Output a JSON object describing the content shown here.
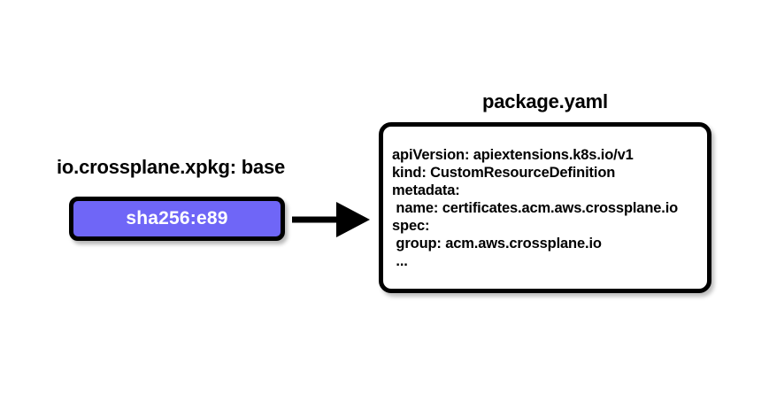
{
  "diagram": {
    "background_color": "#ffffff",
    "accent_color": "#6F66F7",
    "stroke_color": "#000000"
  },
  "layer": {
    "annotation": "io.crossplane.xpkg: base",
    "digest": "sha256:e89"
  },
  "arrow": {
    "icon": "arrow-right-icon",
    "direction": "right"
  },
  "yaml_card": {
    "title": "package.yaml",
    "lines": [
      "apiVersion: apiextensions.k8s.io/v1",
      "kind: CustomResourceDefinition",
      "metadata:",
      " name: certificates.acm.aws.crossplane.io",
      "spec:",
      " group: acm.aws.crossplane.io",
      " ..."
    ]
  }
}
